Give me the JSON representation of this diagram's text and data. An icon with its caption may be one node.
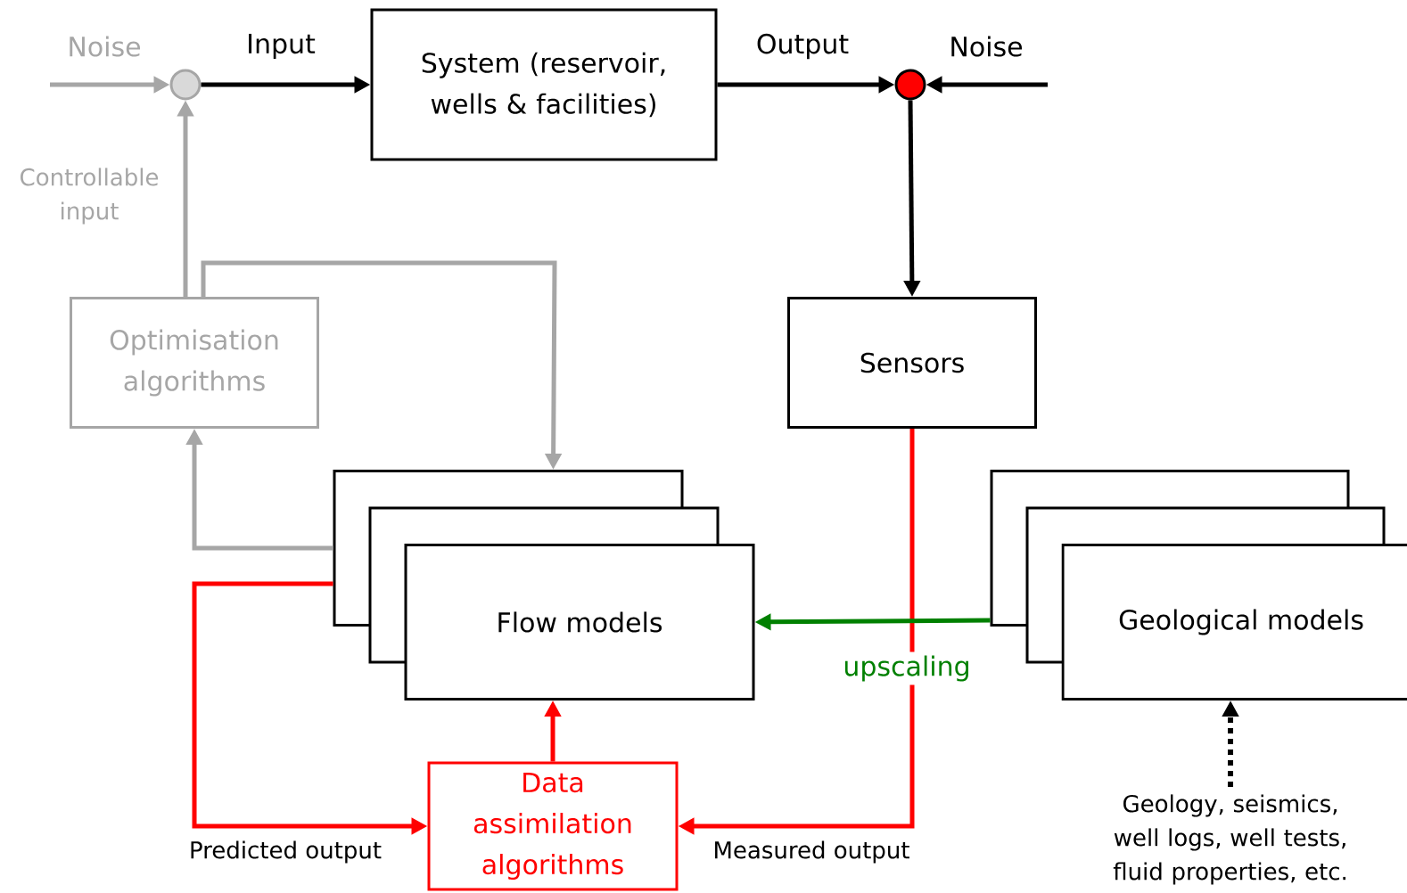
{
  "diagram": {
    "nodes": [
      {
        "text": [],
        "shape": "circle"
      },
      {
        "text": [
          "System (reservoir, wells & facilities)"
        ]
      },
      {
        "text": [],
        "shape": "circle"
      },
      {
        "text": [
          "Sensors"
        ]
      },
      {
        "text": [
          "Optimisation algorithms"
        ]
      },
      {
        "text": [
          "Flow models"
        ]
      },
      {
        "text": [
          "Geological models"
        ]
      },
      {
        "text": [
          "Data assimilation algorithms"
        ]
      },
      {
        "text": [
          "Geology, seismics, well logs, well tests, fluid properties, etc."
        ]
      }
    ],
    "edges": [
      {
        "from": null,
        "to": 0,
        "arrow": "to",
        "label": "Noise",
        "color": "#a6a6a6"
      },
      {
        "from": 0,
        "to": 1,
        "arrow": "to",
        "label": "Input"
      },
      {
        "from": 1,
        "to": 2,
        "arrow": "to",
        "label": "Output"
      },
      {
        "from": null,
        "to": 2,
        "arrow": "to",
        "label": "Noise"
      },
      {
        "from": 2,
        "to": 3,
        "arrow": "to"
      },
      {
        "from": 4,
        "to": 0,
        "arrow": "to",
        "label": "Controllable input",
        "color": "#a6a6a6"
      },
      {
        "from": 4,
        "to": 5,
        "arrow": "to",
        "color": "#a6a6a6"
      },
      {
        "from": 5,
        "to": 4,
        "arrow": "to",
        "color": "#a6a6a6"
      },
      {
        "from": 5,
        "to": 7,
        "arrow": "to",
        "label": "Predicted output",
        "color": "#ff0000"
      },
      {
        "from": 3,
        "to": 7,
        "arrow": "to",
        "label": "Measured output",
        "color": "#ff0000"
      },
      {
        "from": 6,
        "to": 5,
        "arrow": "to",
        "label": "upscaling",
        "color": "#008000"
      },
      {
        "from": 7,
        "to": 5,
        "arrow": "to",
        "color": "#ff0000"
      },
      {
        "from": 8,
        "to": 6,
        "arrow": "to",
        "style": "dashed"
      }
    ]
  }
}
